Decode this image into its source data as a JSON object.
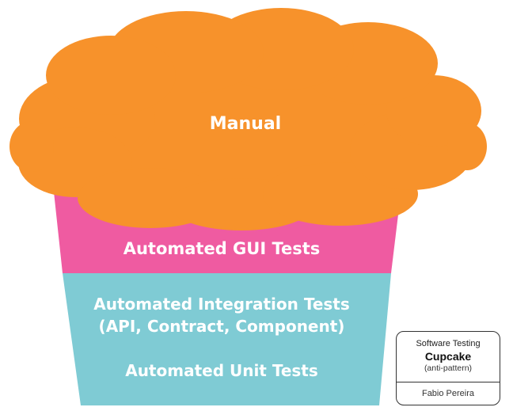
{
  "layers": {
    "manual": {
      "label": "Manual",
      "color": "#f7922b"
    },
    "gui": {
      "label": "Automated GUI Tests",
      "color": "#ef5ba1"
    },
    "integration": {
      "line1": "Automated Integration Tests",
      "line2": "(API, Contract, Component)",
      "color": "#7fcbd4"
    },
    "unit": {
      "label": "Automated Unit Tests"
    }
  },
  "caption": {
    "title": "Software Testing",
    "name": "Cupcake",
    "note": "(anti-pattern)",
    "author": "Fabio Pereira"
  }
}
